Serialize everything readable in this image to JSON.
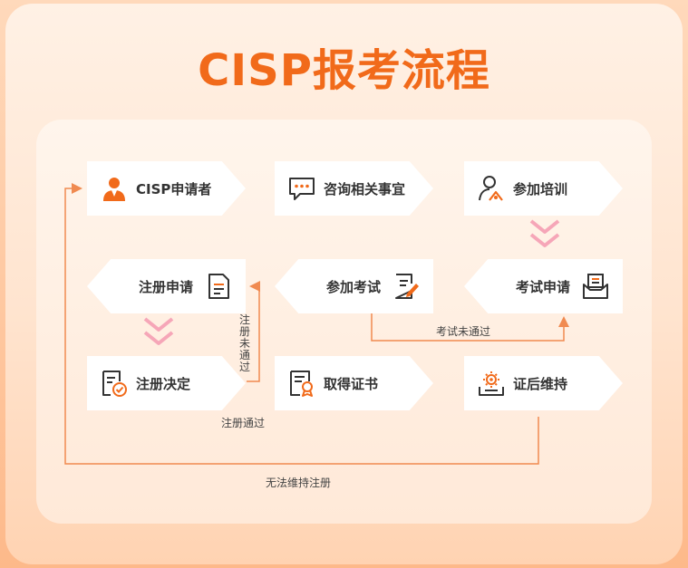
{
  "title": "CISP报考流程",
  "colors": {
    "accent": "#f16a1a",
    "line": "#f08a50",
    "chevron": "#f6a6b8"
  },
  "steps": {
    "applicant": {
      "label": "CISP申请者",
      "icon": "user-icon"
    },
    "consult": {
      "label": "咨询相关事宜",
      "icon": "chat-bubble-icon"
    },
    "training": {
      "label": "参加培训",
      "icon": "training-person-icon"
    },
    "exam_apply": {
      "label": "考试申请",
      "icon": "inbox-icon"
    },
    "take_exam": {
      "label": "参加考试",
      "icon": "exam-edit-icon"
    },
    "register_apply": {
      "label": "注册申请",
      "icon": "document-icon"
    },
    "register_decision": {
      "label": "注册决定",
      "icon": "checklist-icon"
    },
    "get_certificate": {
      "label": "取得证书",
      "icon": "certificate-icon"
    },
    "maintain": {
      "label": "证后维持",
      "icon": "maintenance-icon"
    }
  },
  "notes": {
    "exam_failed": "考试未通过",
    "register_failed": "注册未通过",
    "register_passed": "注册通过",
    "cannot_maintain": "无法维持注册"
  }
}
